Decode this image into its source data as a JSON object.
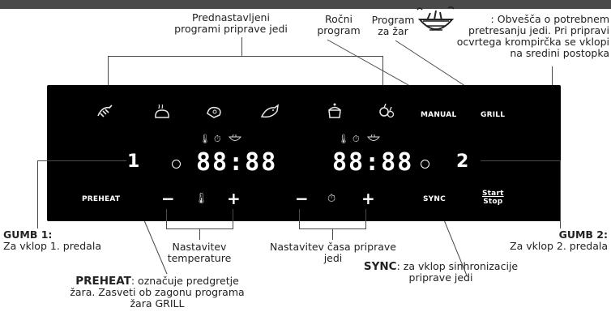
{
  "panel": {
    "manual_label": "MANUAL",
    "grill_label": "GRILL",
    "preheat_label": "PREHEAT",
    "sync_label": "SYNC",
    "startstop_label_1": "Start",
    "startstop_label_2": "Stop",
    "zone1_number": "1",
    "zone2_number": "2",
    "display1": "88:88",
    "display2": "88:88",
    "minus": "−",
    "plus": "+",
    "preset_icons": [
      "shrimp-icon",
      "chicken-icon",
      "meat-icon",
      "fish-icon",
      "cake-icon",
      "vegetables-icon"
    ],
    "status_icons": [
      "thermometer-icon",
      "timer-icon",
      "shake-icon"
    ],
    "colors": {
      "panel": "#000000",
      "text": "#ffffff",
      "lines": "#4a4a4a"
    }
  },
  "callouts": {
    "presets_line1": "Prednastavljeni",
    "presets_line2": "programi priprave jedi",
    "manual_line1": "Ročni",
    "manual_line2": "program",
    "grill_line1": "Program",
    "grill_line2": "za žar",
    "shake_line1": ": Obvešča o potrebnem",
    "shake_line2": "pretresanju jedi. Pri pripravi",
    "shake_line3": "ocvrtega krompirčka se vklopi",
    "shake_line4": "na sredini postopka",
    "gumb1_title": "GUMB 1:",
    "gumb1_desc": "Za vklop 1. predala",
    "gumb2_title": "GUMB 2:",
    "gumb2_desc": "Za vklop 2. predala",
    "temp_line1": "Nastavitev",
    "temp_line2": "temperature",
    "time_line1": "Nastavitev časa priprave",
    "time_line2": "jedi",
    "sync_title": "SYNC",
    "sync_line1": ": za vklop sinhronizacije",
    "sync_line2": "priprave jedi",
    "preheat_title": "PREHEAT",
    "preheat_line1": ": označuje predgretje",
    "preheat_line2": "žara. Zasveti ob zagonu programa",
    "preheat_line3": "žara GRILL"
  }
}
